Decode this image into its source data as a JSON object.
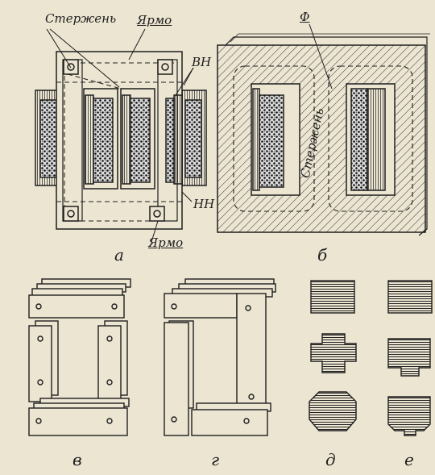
{
  "labels": {
    "core_top": "Стержень",
    "yoke_top": "Ярмо",
    "hv": "ВН",
    "lv": "НН",
    "yoke_bottom": "Ярмо",
    "flux": "Ф",
    "core_inner": "Стержень"
  },
  "captions": {
    "a": "а",
    "b": "б",
    "v": "в",
    "g": "г",
    "d": "д",
    "e": "е"
  },
  "colors": {
    "paper": "#ece5d2",
    "ink": "#1e1e1e"
  }
}
